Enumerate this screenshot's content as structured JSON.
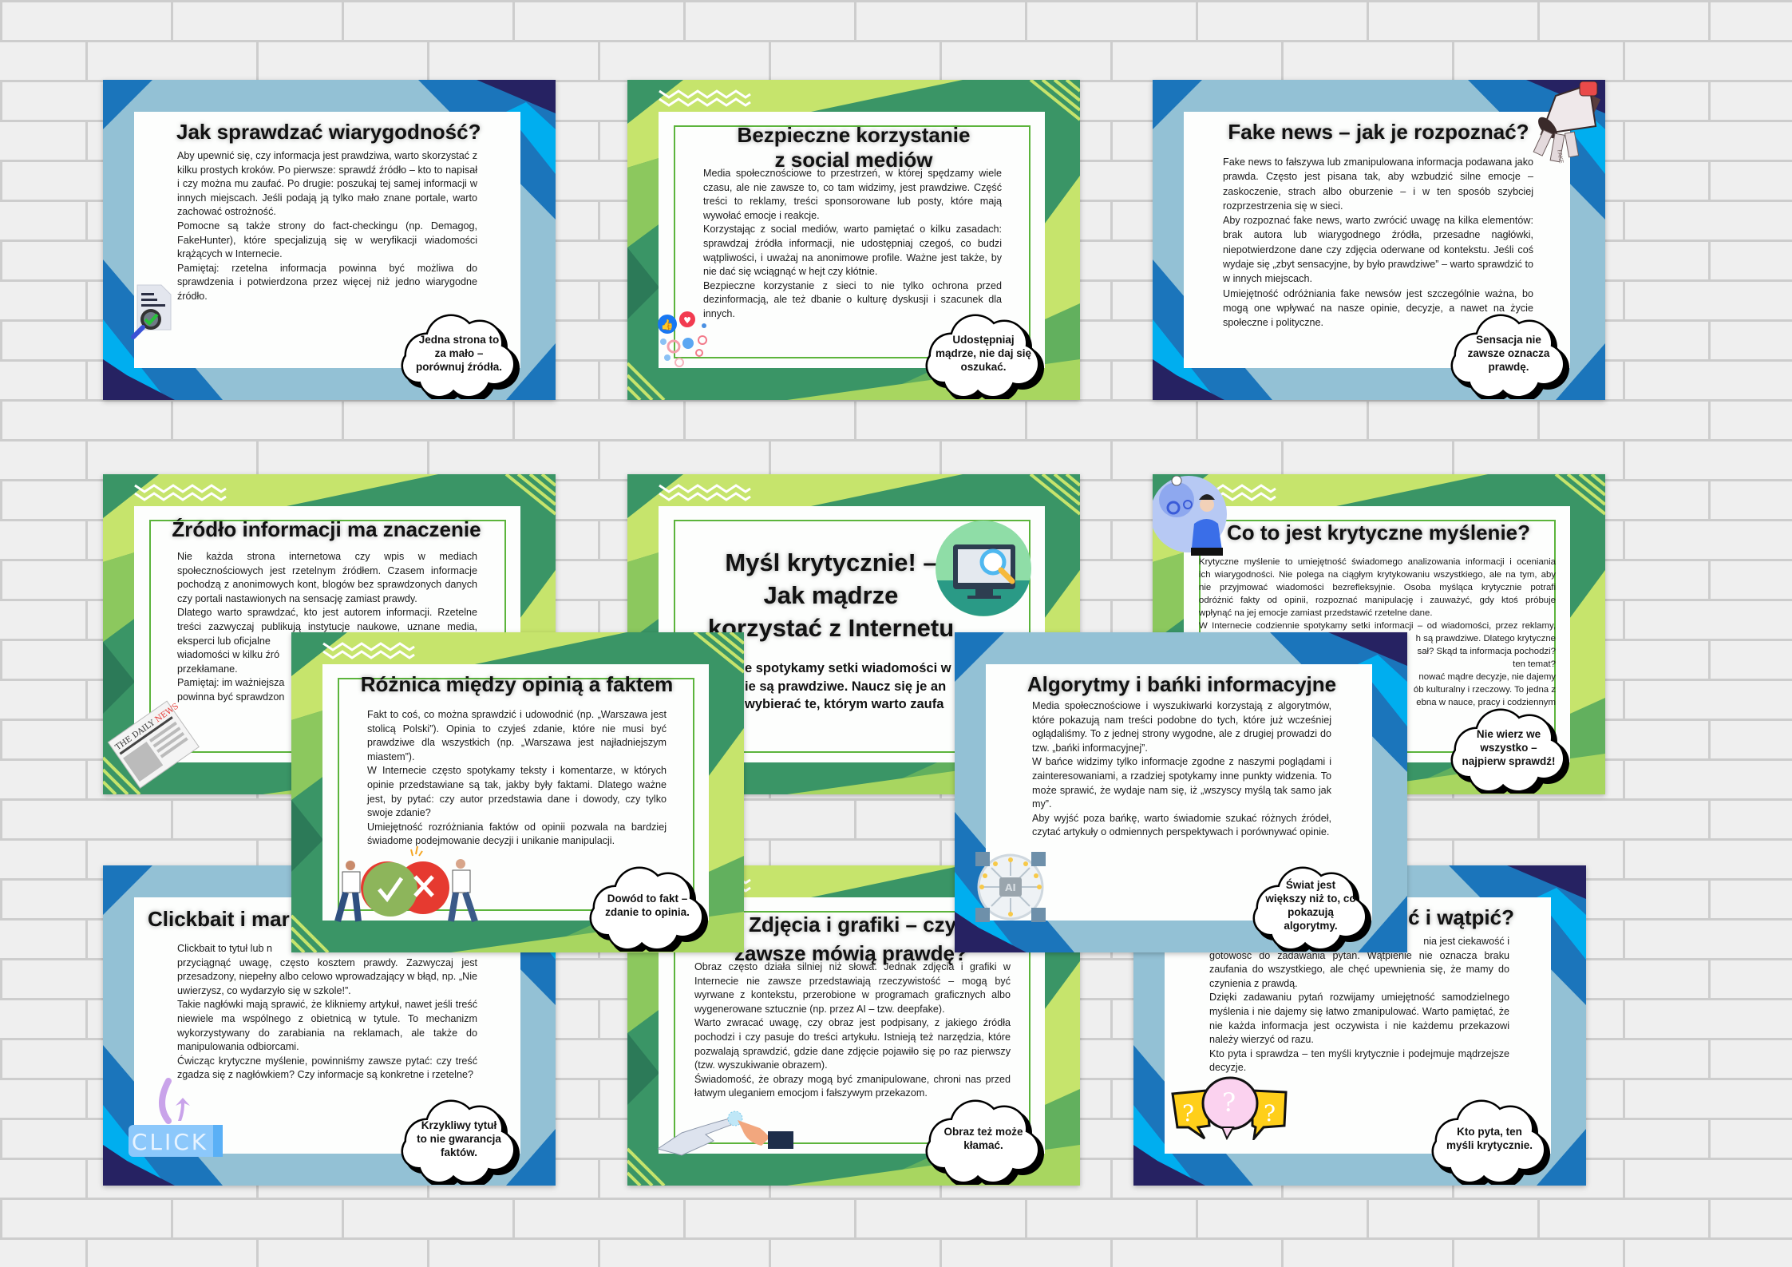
{
  "colors": {
    "blue_light": "#93c1d5",
    "blue": "#1b75bb",
    "navy": "#262262",
    "cyan": "#00aeef",
    "green": "#3a9566",
    "lime": "#c6e46c",
    "green_mid": "#62b05e",
    "border_green": "#5cb43c"
  },
  "cards": [
    {
      "id": "a",
      "theme": "blue",
      "icon": "document-check-icon",
      "title": [
        "Jak sprawdzać wiarygodność?"
      ],
      "body": [
        {
          "p": "Aby upewnić się, czy informacja jest prawdziwa, warto skorzystać z kilku prostych kroków. Po pierwsze: sprawdź źródło – kto to napisał i czy można mu zaufać. Po drugie: poszukaj tej samej informacji w innych miejscach. Jeśli podają ją tylko mało znane portale, warto zachować ostrożność."
        },
        {
          "p": "Pomocne są także strony do fact-checkingu (np. Demagog, FakeHunter), które specjalizują się w weryfikacji wiadomości krążących w Internecie."
        },
        {
          "p": "Pamiętaj: rzetelna informacja powinna być możliwa do sprawdzenia i potwierdzona przez więcej niż jedno wiarygodne źródło."
        }
      ],
      "bubble": [
        "Jedna strona to",
        "za mało –",
        "porównuj źródła."
      ]
    },
    {
      "id": "b",
      "theme": "green",
      "icon": "social-reactions-icon",
      "title": [
        "Bezpieczne korzystanie",
        "z social mediów"
      ],
      "body": [
        {
          "p": "Media społecznościowe to przestrzeń, w której spędzamy wiele czasu, ale nie zawsze to, co tam widzimy, jest prawdziwe. Część treści to reklamy, treści sponsorowane lub posty, które mają wywołać emocje i reakcje."
        },
        {
          "p": "Korzystając z social mediów, warto pamiętać o kilku zasadach: sprawdzaj źródła informacji, nie udostępniaj czegoś, co budzi wątpliwości, i uważaj na anonimowe profile. Ważne jest także, by nie dać się wciągnąć w hejt czy kłótnie."
        },
        {
          "p": "Bezpieczne korzystanie z sieci to nie tylko ochrona przed dezinformacją, ale też dbanie o kulturę dyskusji i szacunek dla innych."
        }
      ],
      "bubble": [
        "Udostępniaj",
        "mądrze, nie daj się",
        "oszukać."
      ]
    },
    {
      "id": "c",
      "theme": "blue",
      "icon": "megaphone-icon",
      "icon_text": "FAKE",
      "title": [
        "Fake news – jak je rozpoznać?"
      ],
      "body": [
        {
          "p": "Fake news to fałszywa lub zmanipulowana informacja podawana jako prawda. Często jest pisana tak, aby wzbudzić silne emocje – zaskoczenie, strach albo oburzenie – i w ten sposób szybciej rozprzestrzenia się w sieci."
        },
        {
          "p": "Aby rozpoznać fake news, warto zwrócić uwagę na kilka elementów: brak autora lub wiarygodnego źródła, przesadne nagłówki, niepotwierdzone dane czy zdjęcia oderwane od kontekstu. Jeśli coś wydaje się „zbyt sensacyjne, by było prawdziwe” – warto sprawdzić to w innych miejscach."
        },
        {
          "p": "Umiejętność odróżniania fake newsów jest szczególnie ważna, bo mogą one wpływać na nasze opinie, decyzje, a nawet na życie społeczne i polityczne."
        }
      ],
      "bubble": [
        "Sensacja nie",
        "zawsze oznacza",
        "prawdę."
      ]
    },
    {
      "id": "d",
      "theme": "green",
      "icon": "newspaper-icon",
      "icon_text": "THE DAILY NEWS",
      "title": [
        "Źródło informacji ma znaczenie"
      ],
      "body": [
        {
          "p": "Nie każda strona internetowa czy wpis w mediach społecznościowych jest rzetelnym źródłem. Czasem informacje pochodzą z anonimowych kont, blogów bez sprawdzonych danych czy portali nastawionych na sensację zamiast prawdy."
        },
        {
          "line": "Dlatego warto sprawdzać, kto jest autorem informacji. Rzetelne",
          "cut": "none"
        },
        {
          "line": "treści zazwyczaj publikują instytucje naukowe, uznane media,",
          "cut": "none"
        },
        {
          "line": "eksperci lub oficjalne",
          "cut": "right"
        },
        {
          "line": "wiadomości w kilku źró",
          "cut": "right"
        },
        {
          "line": "przekłamane.",
          "cut": "end"
        },
        {
          "line": "Pamiętaj: im ważniejsza",
          "cut": "right"
        },
        {
          "line": "powinna być sprawdzon",
          "cut": "right"
        }
      ],
      "bubble": []
    },
    {
      "id": "e",
      "theme": "green",
      "icon": "monitor-search-icon",
      "title": [
        "Myśl krytycznie! –",
        "Jak mądrze",
        "korzystać z Internetu"
      ],
      "subtitle": [
        "e spotykamy setki wiadomości w",
        "ie są prawdziwe. Naucz się je an",
        "wybierać te, którym warto zaufa"
      ],
      "body": [],
      "bubble": []
    },
    {
      "id": "f",
      "theme": "green",
      "icon": "thinking-person-icon",
      "title": [
        "Co to jest krytyczne myślenie?"
      ],
      "body": [
        {
          "line": "Krytyczne myślenie to umiejętność świadomego analizowania informacji i oceniania",
          "cut": "none"
        },
        {
          "line": "ich wiarygodności. Nie polega na ciągłym krytykowaniu wszystkiego, ale na tym, aby",
          "cut": "none"
        },
        {
          "line": "nie przyjmować wiadomości bezrefleksyjnie. Osoba myśląca krytycznie potrafi",
          "cut": "none"
        },
        {
          "line": "odróżnić fakty od opinii, rozpoznać manipulację i zauważyć, gdy ktoś próbuje",
          "cut": "none"
        },
        {
          "line": "wpłynąć na jej emocje zamiast przedstawić rzetelne dane.",
          "cut": "end"
        },
        {
          "line": "W Internecie codziennie spotykamy setki informacji – od wiadomości, przez reklamy,",
          "cut": "none"
        },
        {
          "line": "h są prawdziwe. Dlatego krytyczne",
          "cut": "left"
        },
        {
          "line": "sał? Skąd ta informacja pochodzi?",
          "cut": "left"
        },
        {
          "line": "ten temat?",
          "cut": "left"
        },
        {
          "line": "nować mądre decyzje, nie dajemy",
          "cut": "left"
        },
        {
          "line": "ób kulturalny i rzeczowy. To jedna z",
          "cut": "left"
        },
        {
          "line": "ebna w nauce, pracy i codziennym",
          "cut": "left"
        }
      ],
      "bubble": [
        "Nie wierz we",
        "wszystko –",
        "najpierw sprawdź!"
      ]
    },
    {
      "id": "g",
      "theme": "green",
      "icon": "fact-opinion-icon",
      "title": [
        "Różnica między opinią a faktem"
      ],
      "body": [
        {
          "p": "Fakt to coś, co można sprawdzić i udowodnić (np. „Warszawa jest stolicą Polski”). Opinia to czyjeś zdanie, które nie musi być prawdziwe dla wszystkich (np. „Warszawa jest najładniejszym miastem”)."
        },
        {
          "p": "W Internecie często spotykamy teksty i komentarze, w których opinie przedstawiane są tak, jakby były faktami. Dlatego ważne jest, by pytać: czy autor przedstawia dane i dowody, czy tylko swoje zdanie?"
        },
        {
          "p": "Umiejętność rozróżniania faktów od opinii pozwala na bardziej świadome podejmowanie decyzji i unikanie manipulacji."
        }
      ],
      "bubble": [
        "Dowód to fakt –",
        "zdanie to opinia."
      ]
    },
    {
      "id": "h",
      "theme": "blue",
      "icon": "ai-chip-icon",
      "icon_text": "AI",
      "title": [
        "Algorytmy i bańki informacyjne"
      ],
      "body": [
        {
          "p": "Media społecznościowe i wyszukiwarki korzystają z algorytmów, które pokazują nam treści podobne do tych, które już wcześniej oglądaliśmy. To z jednej strony wygodne, ale z drugiej prowadzi do tzw. „bańki informacyjnej”."
        },
        {
          "p": "W bańce widzimy tylko informacje zgodne z naszymi poglądami i zainteresowaniami, a rzadziej spotykamy inne punkty widzenia. To może sprawić, że wydaje nam się, iż „wszyscy myślą tak samo jak my”."
        },
        {
          "p": "Aby wyjść poza bańkę, warto świadomie szukać różnych źródeł, czytać artykuły o odmiennych perspektywach i porównywać opinie."
        }
      ],
      "bubble": [
        "Świat jest",
        "większy niż to, co",
        "pokazują",
        "algorytmy."
      ]
    },
    {
      "id": "i",
      "theme": "blue",
      "icon": "click-button-icon",
      "icon_text": "CLICK",
      "title": [
        "Clickbait i mar"
      ],
      "body": [
        {
          "line": "Clickbait to tytuł lub n",
          "cut": "right"
        },
        {
          "p": "przyciągnąć uwagę, często kosztem prawdy. Zazwyczaj jest przesadzony, niepełny albo celowo wprowadzający w błąd, np. „Nie uwierzysz, co wydarzyło się w szkole!”."
        },
        {
          "p": "Takie nagłówki mają sprawić, że klikniemy artykuł, nawet jeśli treść niewiele ma wspólnego z obietnicą w tytule. To mechanizm wykorzystywany do zarabiania na reklamach, ale także do manipulowania odbiorcami."
        },
        {
          "p": "Ćwicząc krytyczne myślenie, powinniśmy zawsze pytać: czy treść zgadza się z nagłówkiem? Czy informacje są konkretne i rzetelne?"
        }
      ],
      "bubble": [
        "Krzykliwy tytuł",
        "to nie gwarancja",
        "faktów."
      ]
    },
    {
      "id": "j",
      "theme": "green",
      "icon": "robot-human-hands-icon",
      "title": [
        "Zdjęcia i grafiki – czy",
        "zawsze mówią prawdę?"
      ],
      "body": [
        {
          "p": "Obraz często działa silniej niż słowa. Jednak zdjęcia i grafiki w Internecie nie zawsze przedstawiają rzeczywistość – mogą być wyrwane z kontekstu, przerobione w programach graficznych albo wygenerowane sztucznie (np. przez AI – tzw. deepfake)."
        },
        {
          "p": "Warto zwracać uwagę, czy obraz jest podpisany, z jakiego źródła pochodzi i czy pasuje do treści artykułu. Istnieją też narzędzia, które pozwalają sprawdzić, gdzie dane zdjęcie pojawiło się po raz pierwszy (tzw. wyszukiwanie obrazem)."
        },
        {
          "p": "Świadomość, że obrazy mogą być zmanipulowane, chroni nas przed łatwym uleganiem emocjom i fałszywym przekazom."
        }
      ],
      "bubble": [
        "Obraz też może",
        "kłamać."
      ]
    },
    {
      "id": "k",
      "theme": "blue",
      "icon": "question-bubbles-icon",
      "title": [
        "ć i wątpić?"
      ],
      "body": [
        {
          "line": "nia jest ciekawość i",
          "cut": "left"
        },
        {
          "p": "gotowość do zadawania pytań. Wątpienie nie oznacza braku zaufania do wszystkiego, ale chęć upewnienia się, że mamy do czynienia z prawdą."
        },
        {
          "p": "Dzięki zadawaniu pytań rozwijamy umiejętność samodzielnego myślenia i nie dajemy się łatwo zmanipulować. Warto pamiętać, że nie każda informacja jest oczywista i nie każdemu przekazowi należy wierzyć od razu."
        },
        {
          "p": "Kto pyta i sprawdza – ten myśli krytycznie i podejmuje mądrzejsze decyzje."
        }
      ],
      "bubble": [
        "Kto pyta, ten",
        "myśli krytycznie."
      ]
    }
  ]
}
